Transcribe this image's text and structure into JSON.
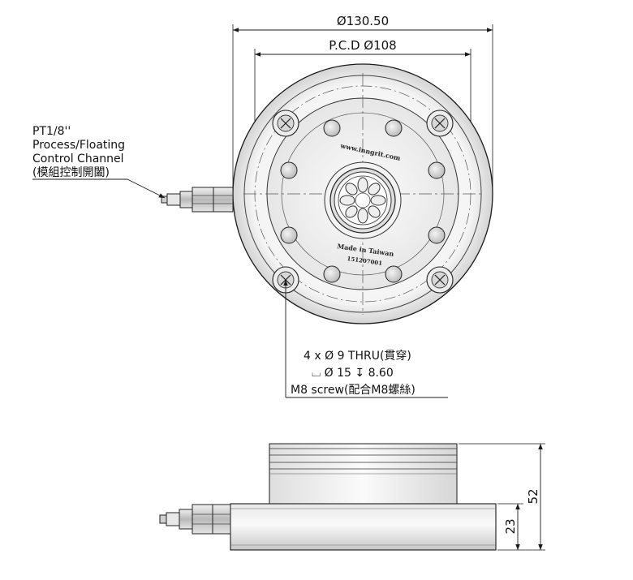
{
  "dimensions": {
    "outer_diameter": "Ø130.50",
    "pcd": "P.C.D Ø108",
    "height_total": "52",
    "height_base": "23"
  },
  "callouts": {
    "port": {
      "line1": "PT1/8''",
      "line2": "Process/Floating",
      "line3": "Control Channel",
      "line4": "(模組控制開闔)"
    },
    "holes": {
      "line1": "4 x  Ø 9 THRU(貫穿)",
      "line2": "⌴  Ø 15 ↧ 8.60",
      "line3": "M8 screw(配合M8螺絲)"
    }
  },
  "engraving": {
    "website": "www.inngrit.com",
    "origin": "Made in Taiwan",
    "serial": "151207001"
  },
  "colors": {
    "line": "#1a1a1a",
    "body_light": "#f2f2f2",
    "body_mid": "#dcdcdc",
    "body_dark": "#b8b8b8",
    "center": "#555555"
  }
}
